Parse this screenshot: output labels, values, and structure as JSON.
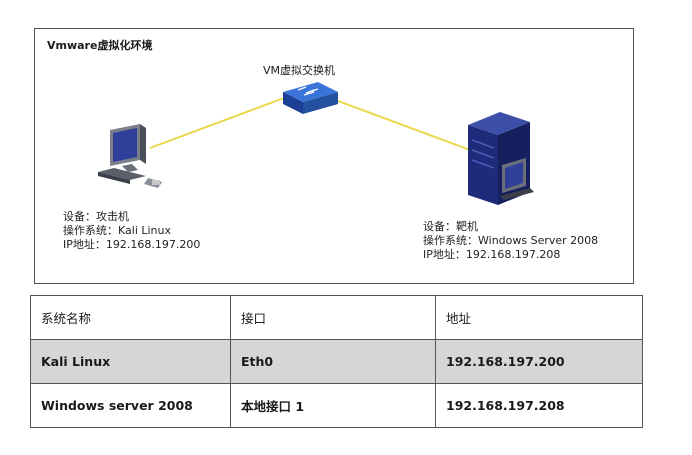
{
  "environment": {
    "title": "Vmware虚拟化环境"
  },
  "switch": {
    "label": "VM虚拟交换机",
    "icon": "network-switch-icon"
  },
  "attacker": {
    "icon": "desktop-computer-icon",
    "lines": [
      "设备：攻击机",
      "操作系统：Kali Linux",
      "IP地址：192.168.197.200"
    ]
  },
  "target": {
    "icon": "server-tower-icon",
    "lines": [
      "设备：靶机",
      "操作系统：Windows Server 2008",
      "IP地址：192.168.197.208"
    ]
  },
  "colors": {
    "link": "#e8d84a",
    "switch": "#1f4fb0",
    "server": "#1e2a7a",
    "monitor": "#2f3f9a"
  },
  "table": {
    "headers": [
      "系统名称",
      "接口",
      "地址"
    ],
    "rows": [
      [
        "Kali Linux",
        "Eth0",
        "192.168.197.200"
      ],
      [
        "Windows server 2008",
        "本地接口 1",
        "192.168.197.208"
      ]
    ]
  }
}
